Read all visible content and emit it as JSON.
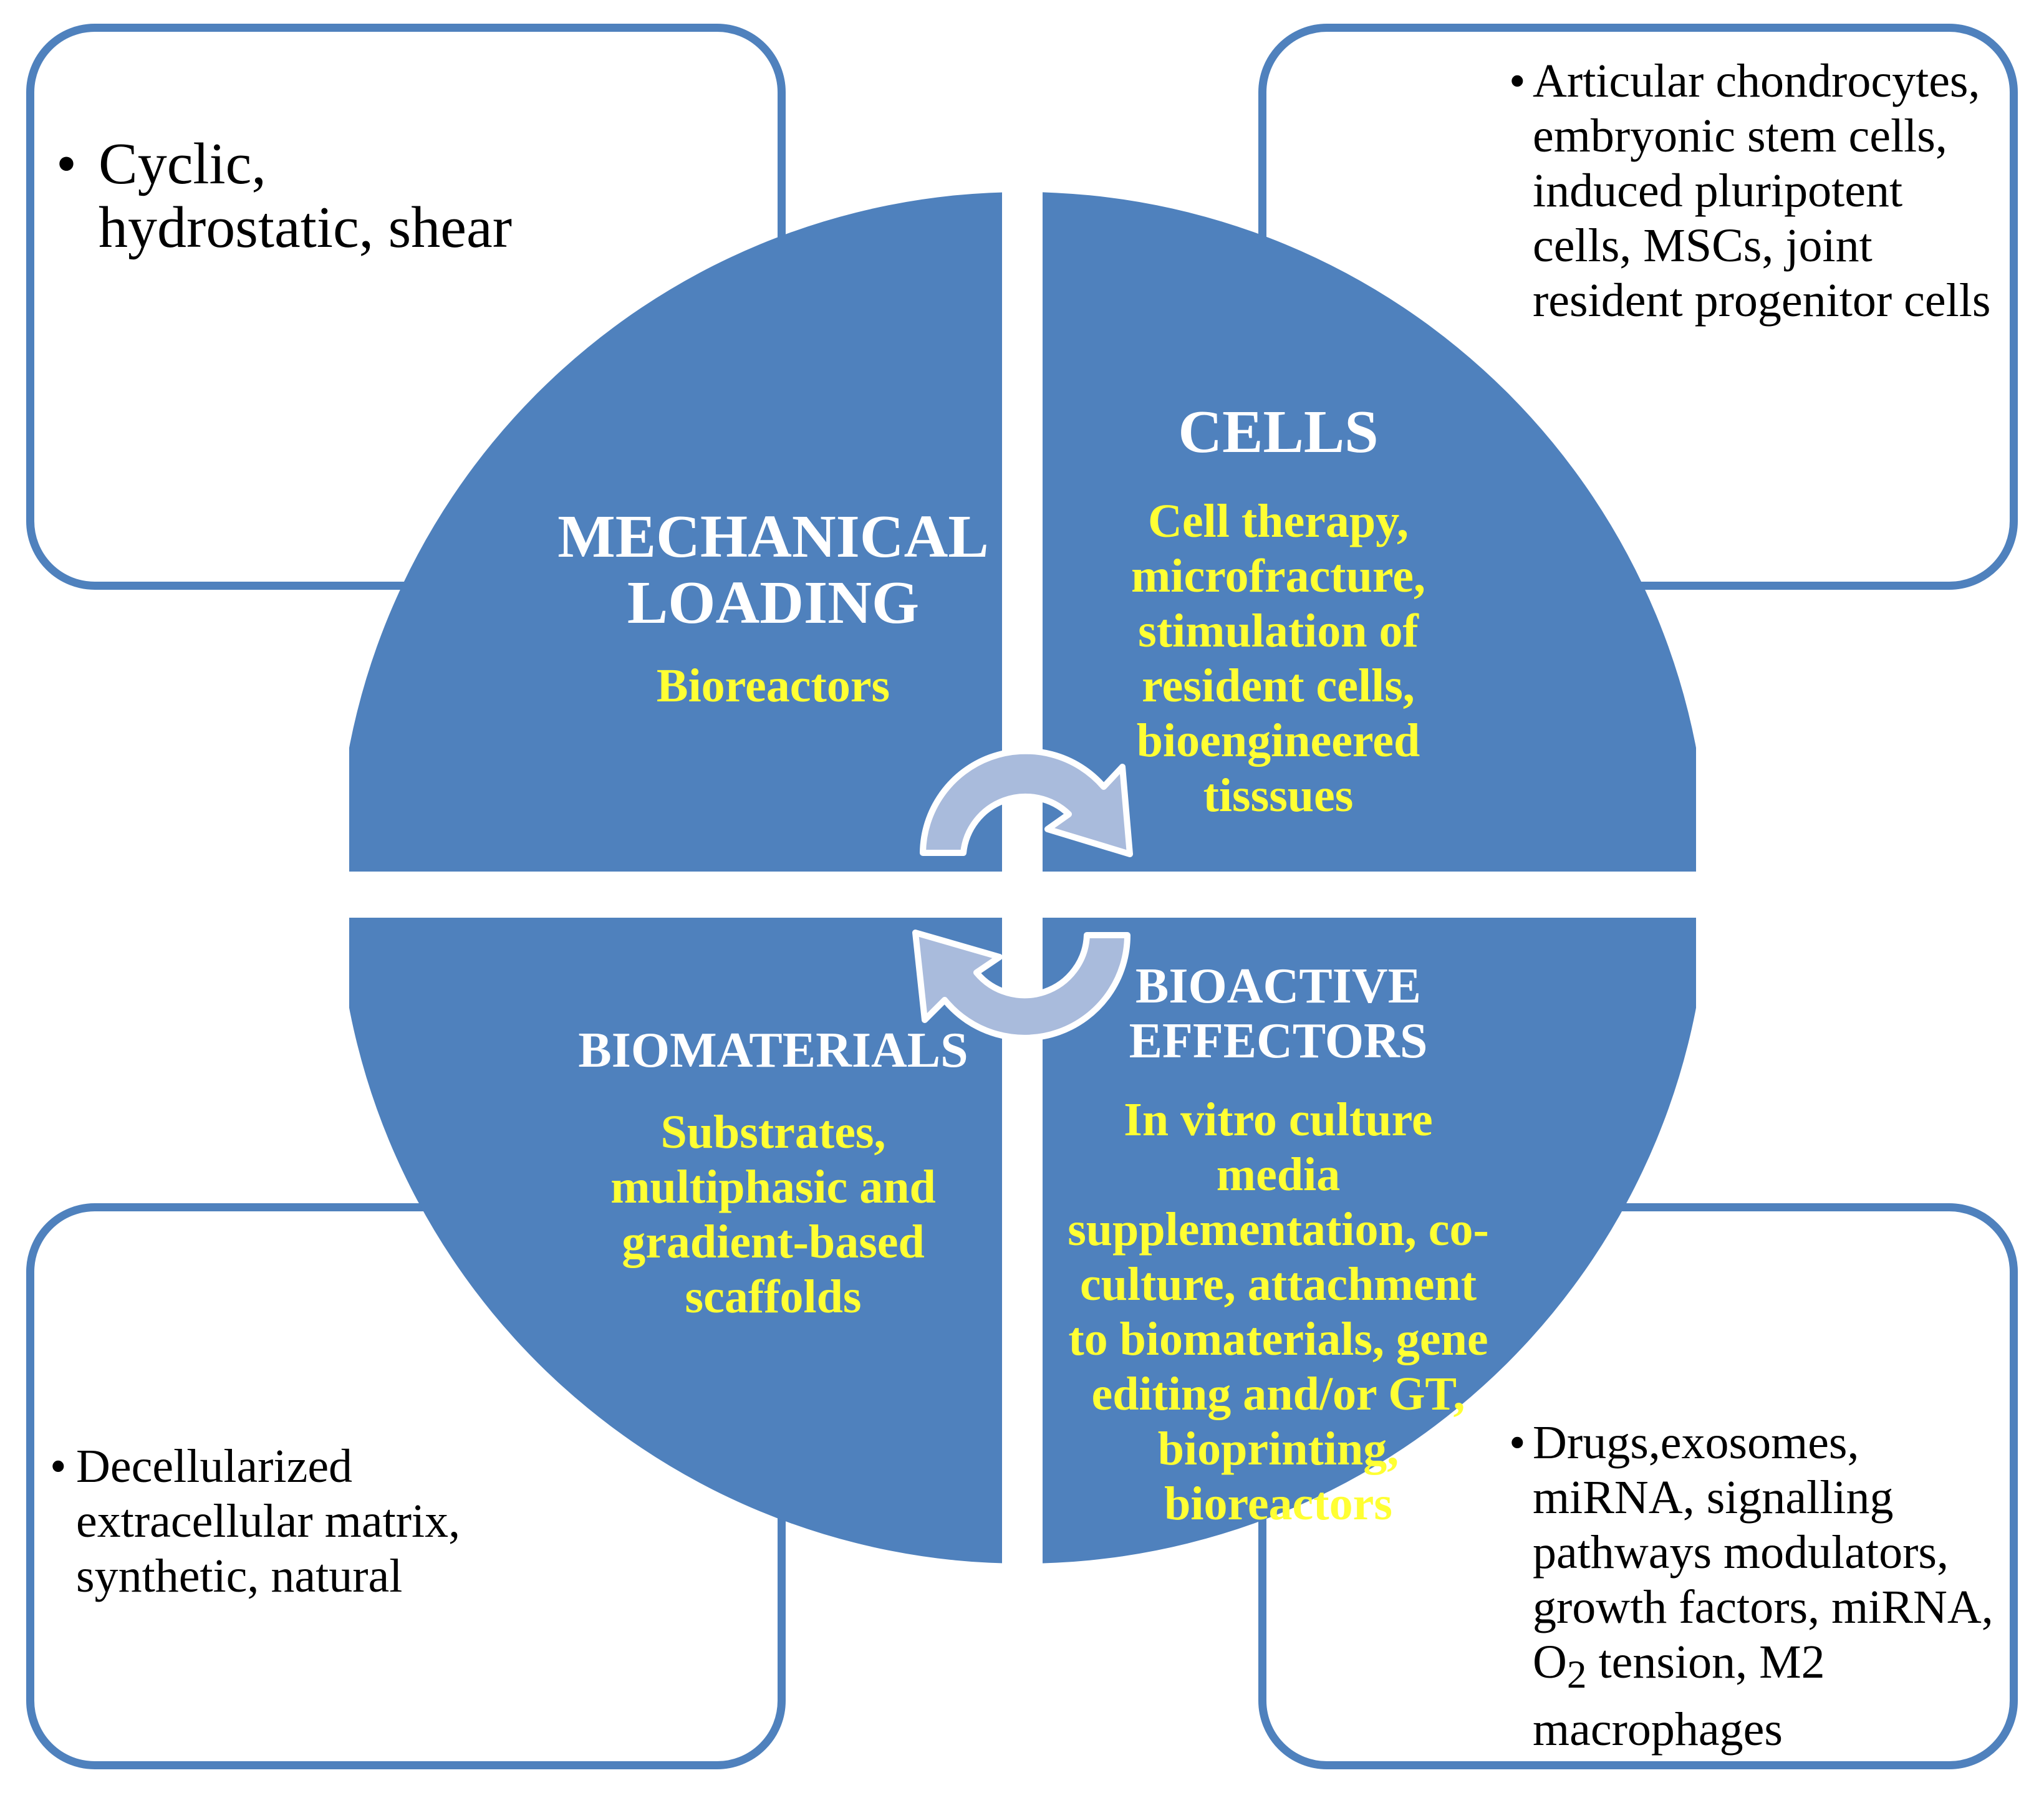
{
  "colors": {
    "circle_fill": "#4f81bd",
    "box_border": "#4f81bd",
    "title_text": "#ffffff",
    "subtitle_text": "#ffff33",
    "arrow_fill": "#a9bbdc",
    "arrow_outline": "#ffffff"
  },
  "quadrants": {
    "mechanical": {
      "title": "MECHANICAL\nLOADING",
      "subtitle": "Bioreactors"
    },
    "cells": {
      "title": "CELLS",
      "subtitle": "Cell therapy,\nmicrofracture,\nstimulation of\nresident cells,\nbioengineered\ntisssues"
    },
    "biomaterials": {
      "title": "BIOMATERIALS",
      "subtitle": "Substrates,\nmultiphasic and\ngradient-based\nscaffolds"
    },
    "bioactive": {
      "title": "BIOACTIVE\nEFFECTORS",
      "subtitle": "In vitro culture\nmedia\nsupplementation, co-\nculture, attachment\nto biomaterials, gene\nediting and/or GT,\nbioprinting,\nbioreactors"
    }
  },
  "boxes": {
    "top_left": {
      "bullet": "•",
      "text": "Cyclic,\nhydrostatic, shear"
    },
    "top_right": {
      "bullet": "•",
      "text": "Articular chondrocytes,\nembryonic stem cells,\ninduced pluripotent\ncells, MSCs, joint\nresident progenitor cells"
    },
    "bottom_left": {
      "bullet": "•",
      "text": "Decellularized\nextracellular matrix,\nsynthetic, natural"
    },
    "bottom_right": {
      "bullet": "•",
      "text_before": "Drugs,exosomes,\nmiRNA, signalling\npathways modulators,\ngrowth factors, miRNA,\nO",
      "subscript": "2",
      "text_after": " tension, M2\nmacrophages"
    }
  }
}
